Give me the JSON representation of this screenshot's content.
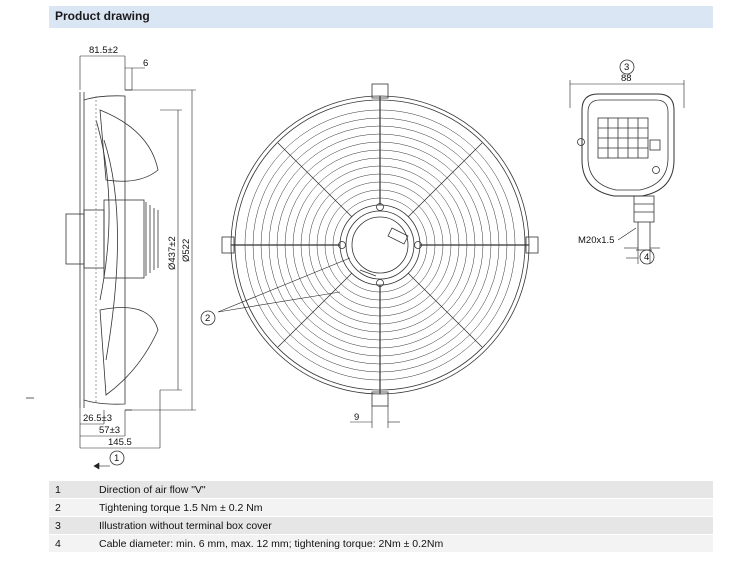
{
  "header": {
    "title": "Product drawing"
  },
  "dimensions": {
    "side_depth": "81.5±2",
    "side_top": "6",
    "dia_inner": "Ø437±2",
    "dia_outer": "Ø522",
    "bottom_a": "26.5±3",
    "bottom_b": "57±3",
    "bottom_c": "145.5",
    "grill_gap": "9",
    "box_width": "88",
    "thread": "M20x1.5"
  },
  "callouts": {
    "c1": "1",
    "c2": "2",
    "c3": "3",
    "c4": "4"
  },
  "legend": [
    {
      "num": "1",
      "text": "Direction of air flow \"V\""
    },
    {
      "num": "2",
      "text": "Tightening torque 1.5 Nm ± 0.2 Nm"
    },
    {
      "num": "3",
      "text": "Illustration without terminal box cover"
    },
    {
      "num": "4",
      "text": "Cable diameter: min. 6 mm, max. 12 mm; tightening torque: 2Nm ± 0.2Nm"
    }
  ]
}
